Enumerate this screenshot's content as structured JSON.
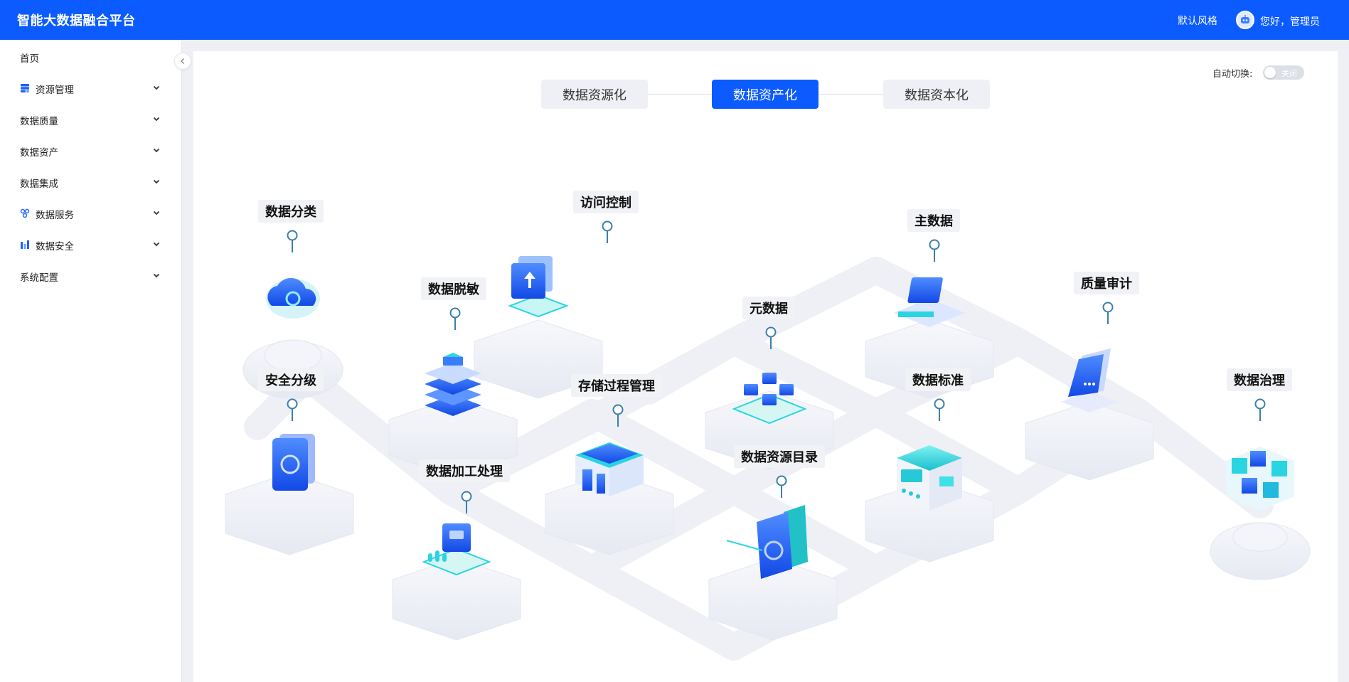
{
  "header": {
    "title": "智能大数据融合平台",
    "theme_link": "默认风格",
    "greeting": "您好，管理员"
  },
  "sidebar": {
    "items": [
      {
        "label": "首页",
        "icon": "",
        "expandable": false
      },
      {
        "label": "资源管理",
        "icon": "database-icon",
        "expandable": true
      },
      {
        "label": "数据质量",
        "icon": "",
        "expandable": true
      },
      {
        "label": "数据资产",
        "icon": "",
        "expandable": true
      },
      {
        "label": "数据集成",
        "icon": "",
        "expandable": true
      },
      {
        "label": "数据服务",
        "icon": "services-icon",
        "expandable": true
      },
      {
        "label": "数据安全",
        "icon": "security-bars-icon",
        "expandable": true
      },
      {
        "label": "系统配置",
        "icon": "",
        "expandable": true
      }
    ]
  },
  "main": {
    "auto_switch_label": "自动切换:",
    "auto_switch_state": "关闭",
    "stages": [
      {
        "label": "数据资源化",
        "active": false
      },
      {
        "label": "数据资产化",
        "active": true
      },
      {
        "label": "数据资本化",
        "active": false
      }
    ],
    "nodes": [
      {
        "label": "数据分类",
        "icon": "cloud-icon"
      },
      {
        "label": "安全分级",
        "icon": "shield-doc-icon"
      },
      {
        "label": "数据脱敏",
        "icon": "stack-icon"
      },
      {
        "label": "数据加工处理",
        "icon": "processing-cube-icon"
      },
      {
        "label": "访问控制",
        "icon": "upload-folder-icon"
      },
      {
        "label": "存储过程管理",
        "icon": "storage-building-icon"
      },
      {
        "label": "元数据",
        "icon": "metadata-blocks-icon"
      },
      {
        "label": "数据资源目录",
        "icon": "catalog-search-icon"
      },
      {
        "label": "主数据",
        "icon": "master-data-icon"
      },
      {
        "label": "数据标准",
        "icon": "standard-server-icon"
      },
      {
        "label": "质量审计",
        "icon": "audit-panel-icon"
      },
      {
        "label": "数据治理",
        "icon": "governance-cube-icon"
      }
    ]
  },
  "colors": {
    "brand": "#0b5bff",
    "cyan": "#2ad4e0",
    "platform": "#eef0f6"
  }
}
